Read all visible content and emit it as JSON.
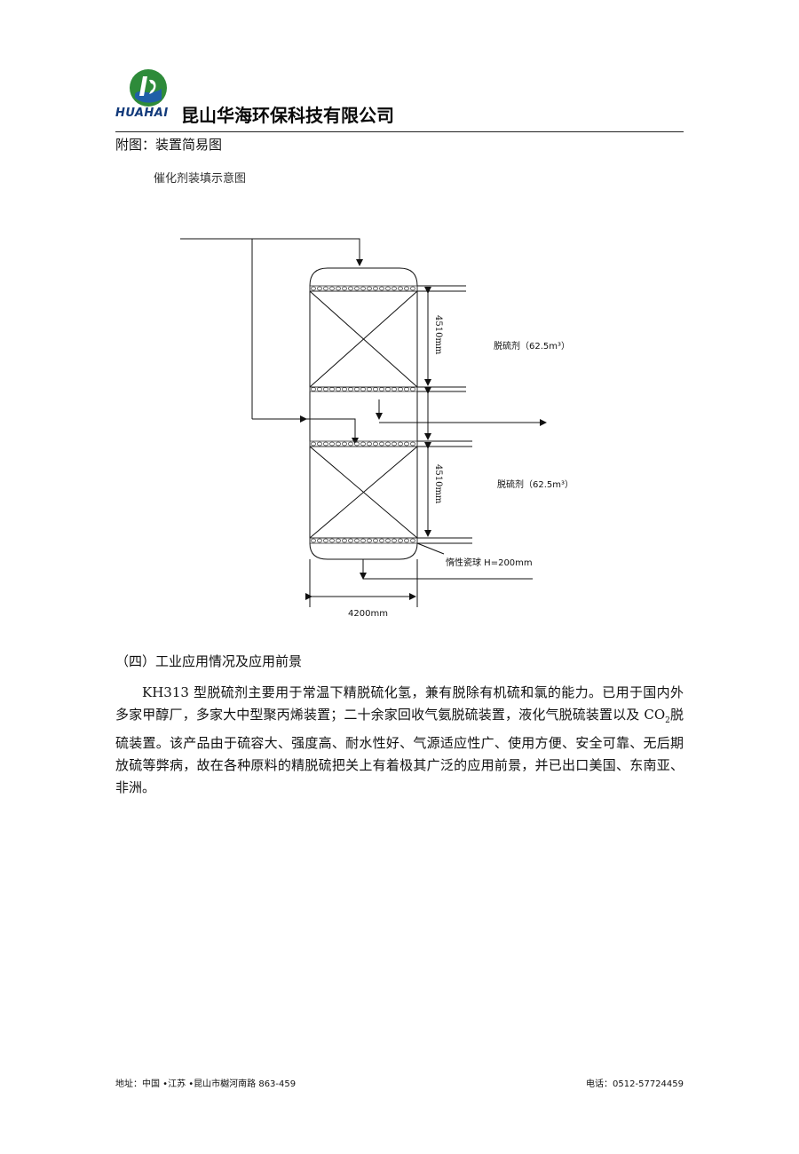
{
  "header": {
    "logo_text": "HUAHAI",
    "company_name": "昆山华海环保科技有限公司",
    "colors": {
      "logo_green": "#2e8b3a",
      "logo_blue": "#1f5fa8",
      "logo_navy": "#123a7a"
    }
  },
  "appendix_title": "附图：装置简易图",
  "diagram": {
    "title": "催化剂装填示意图",
    "upper_height": "4510mm",
    "lower_height": "4510mm",
    "upper_bed_label": "脱硫剂（62.5m³）",
    "lower_bed_label": "脱硫剂（62.5m³）",
    "ceramic_ball_label": "惰性瓷球 H=200mm",
    "width_label": "4200mm"
  },
  "section": {
    "heading": "（四）工业应用情况及应用前景",
    "paragraph_parts": {
      "before_sub": "KH313 型脱硫剂主要用于常温下精脱硫化氢，兼有脱除有机硫和氯的能力。已用于国内外多家甲醇厂，多家大中型聚丙烯装置；二十余家回收气氨脱硫装置，液化气脱硫装置以及 CO",
      "sub": "2",
      "after_sub": "脱硫装置。该产品由于硫容大、强度高、耐水性好、气源适应性广、使用方便、安全可靠、无后期放硫等弊病，故在各种原料的精脱硫把关上有着极其广泛的应用前景，并已出口美国、东南亚、非洲。"
    }
  },
  "footer": {
    "address": "地址：中国 •江苏 •昆山市樾河南路  863-459",
    "phone": "电话：0512-57724459"
  }
}
